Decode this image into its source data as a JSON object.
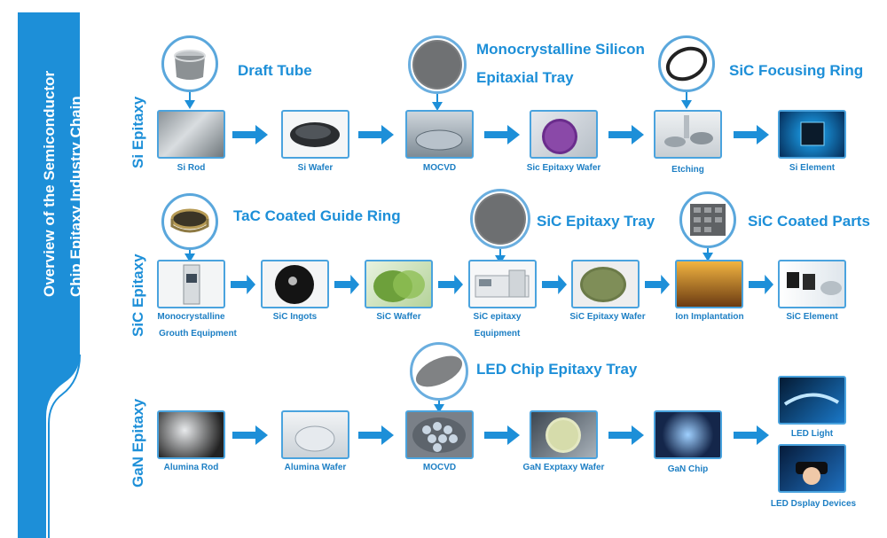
{
  "sidebar": {
    "title_line1": "Overview of the Semiconductor",
    "title_line2": "Chip Epitaxy Industry Chain"
  },
  "colors": {
    "accent": "#1d8fd8",
    "frame": "#4aa3de"
  },
  "rows": {
    "si": {
      "label": "Si Epitaxy",
      "steps": [
        "Si Rod",
        "Si Wafer",
        "MOCVD",
        "Sic Epitaxy Wafer",
        "Etching",
        "Si Element"
      ],
      "callouts": [
        "Draft Tube",
        "Monocrystalline Silicon",
        "Epitaxial Tray",
        "SiC Focusing Ring"
      ]
    },
    "sic": {
      "label": "SiC Epitaxy",
      "steps": [
        "Monocrystalline",
        "Grouth Equipment",
        "SiC Ingots",
        "SiC Waffer",
        "SiC epitaxy",
        "Equipment",
        "SiC Epitaxy Wafer",
        "Ion Implantation",
        "SiC Element"
      ],
      "callouts": [
        "TaC Coated Guide Ring",
        "SiC Epitaxy Tray",
        "SiC Coated Parts"
      ]
    },
    "gan": {
      "label": "GaN Epitaxy",
      "steps": [
        "Alumina Rod",
        "Alumina Wafer",
        "MOCVD",
        "GaN Exptaxy Wafer",
        "GaN Chip",
        "LED Light",
        "LED Dsplay Devices"
      ],
      "callouts": [
        "LED Chip Epitaxy Tray"
      ]
    }
  }
}
